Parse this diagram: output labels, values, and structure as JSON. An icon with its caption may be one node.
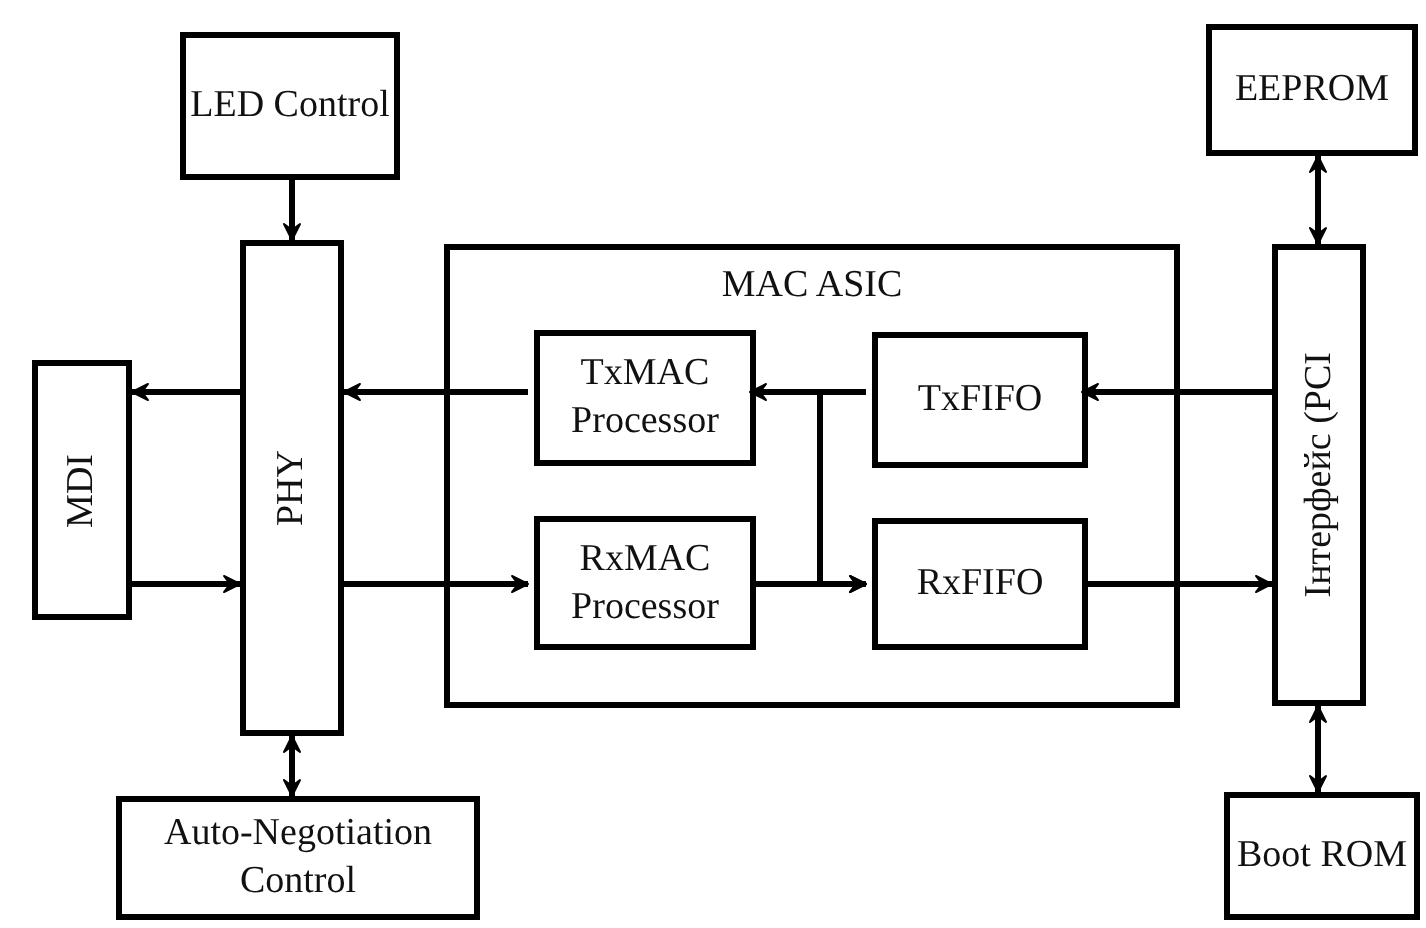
{
  "diagram": {
    "nodes": [
      {
        "text": [
          "LED Control"
        ]
      },
      {
        "text": [
          "EEPROM"
        ]
      },
      {
        "text": [
          "MDI"
        ]
      },
      {
        "text": [
          "PHY"
        ]
      },
      {
        "text": [
          "MAC ASIC"
        ]
      },
      {
        "text": [
          "TxMAC Processor"
        ],
        "in": 4
      },
      {
        "text": [
          "TxFIFO"
        ],
        "in": 4
      },
      {
        "text": [
          "RxMAC Processor"
        ],
        "in": 4
      },
      {
        "text": [
          "RxFIFO"
        ],
        "in": 4
      },
      {
        "text": [
          "Інтерфейс (PCI"
        ]
      },
      {
        "text": [
          "Auto-Negotiation Control"
        ]
      },
      {
        "text": [
          "Boot ROM"
        ]
      }
    ],
    "edges": [
      {
        "from": 0,
        "to": 3,
        "arrow": "to"
      },
      {
        "from": 1,
        "to": 9,
        "arrow": "both"
      },
      {
        "from": 3,
        "to": 2,
        "arrow": "to"
      },
      {
        "from": 2,
        "to": 3,
        "arrow": "to"
      },
      {
        "from": 5,
        "to": 3,
        "arrow": "to"
      },
      {
        "from": 3,
        "to": 7,
        "arrow": "to"
      },
      {
        "from": 6,
        "to": 5,
        "arrow": "to"
      },
      {
        "from": 6,
        "to": 8,
        "arrow": "to"
      },
      {
        "from": 7,
        "to": 8,
        "arrow": "to"
      },
      {
        "from": 9,
        "to": 6,
        "arrow": "to"
      },
      {
        "from": 8,
        "to": 9,
        "arrow": "to"
      },
      {
        "from": 3,
        "to": 10,
        "arrow": "both"
      },
      {
        "from": 9,
        "to": 11,
        "arrow": "both"
      }
    ]
  }
}
